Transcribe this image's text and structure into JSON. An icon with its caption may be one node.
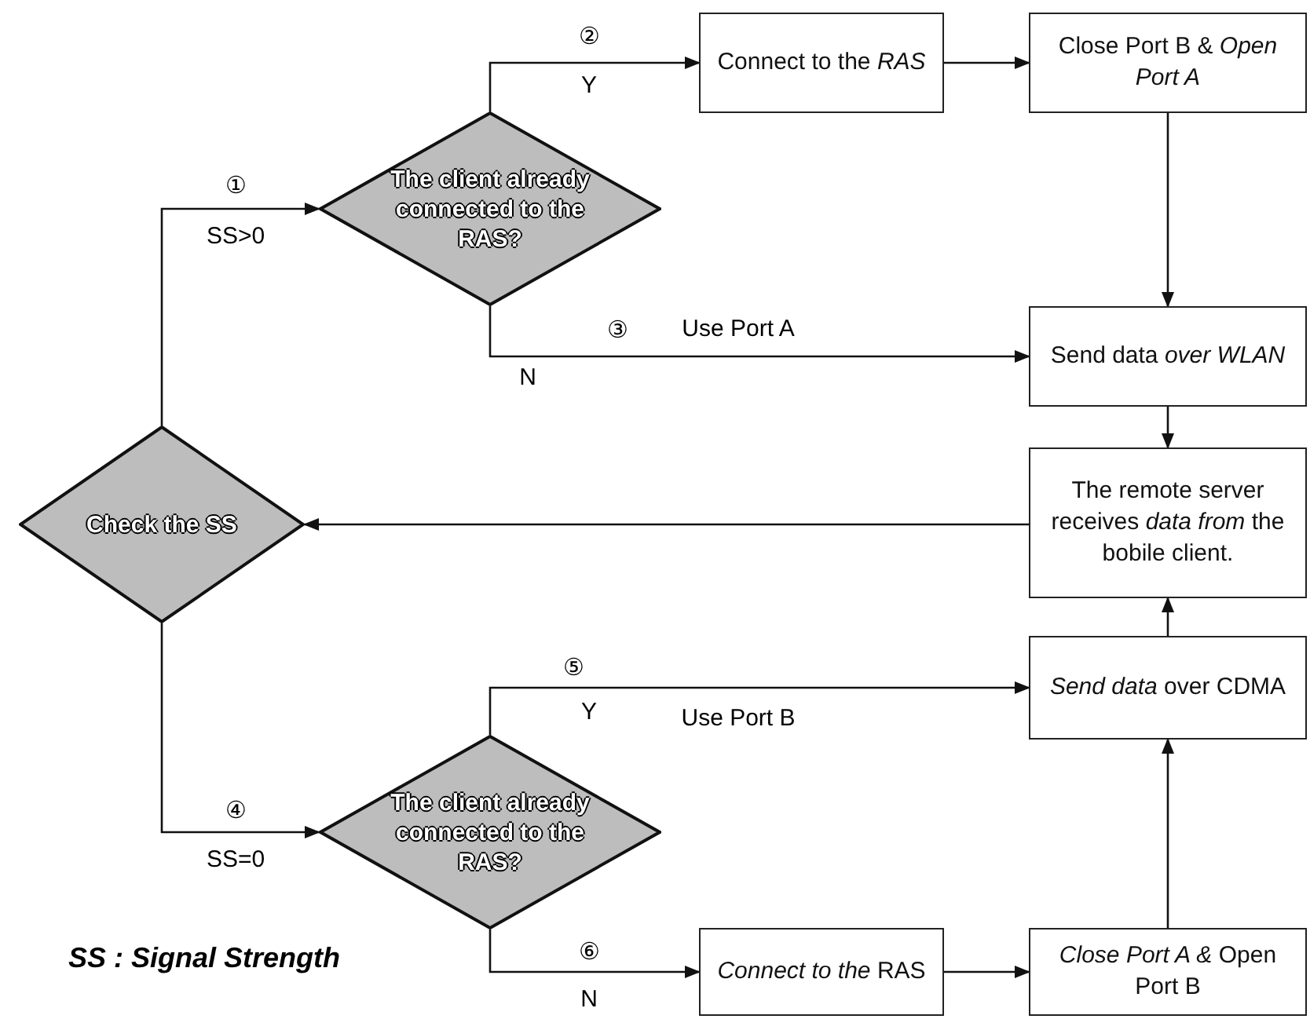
{
  "diagram": {
    "nodes": [
      {
        "text": [
          "Check the SS"
        ]
      },
      {
        "text": [
          "The client already connected to the RAS?"
        ]
      },
      {
        "text": [
          "Connect to the *RAS*"
        ]
      },
      {
        "text": [
          "Close Port B & *Open Port A*"
        ]
      },
      {
        "text": [
          "Send data *over WLAN*"
        ]
      },
      {
        "text": [
          "The remote server receives *data from* the bobile client."
        ]
      },
      {
        "text": [
          "*Send data* over CDMA"
        ]
      },
      {
        "text": [
          "The client already connected to the RAS?"
        ]
      },
      {
        "text": [
          "*Connect to the* RAS"
        ]
      },
      {
        "text": [
          "*Close Port A &* Open Port B"
        ]
      }
    ],
    "edges": [
      {
        "from": 0,
        "to": 1,
        "arrow": "to",
        "label": "SS>0"
      },
      {
        "from": 1,
        "to": 2,
        "arrow": "to",
        "label": "Y"
      },
      {
        "from": 2,
        "to": 3,
        "arrow": "to"
      },
      {
        "from": 3,
        "to": 4,
        "arrow": "to"
      },
      {
        "from": 1,
        "to": 4,
        "arrow": "to",
        "label": "Use Port A"
      },
      {
        "from": 4,
        "to": 5,
        "arrow": "to"
      },
      {
        "from": 5,
        "to": 0,
        "arrow": "to"
      },
      {
        "from": 0,
        "to": 7,
        "arrow": "to",
        "label": "SS=0"
      },
      {
        "from": 7,
        "to": 6,
        "arrow": "to",
        "label": "Use Port B"
      },
      {
        "from": 7,
        "to": 8,
        "arrow": "to",
        "label": "N"
      },
      {
        "from": 8,
        "to": 9,
        "arrow": "to"
      },
      {
        "from": 9,
        "to": 6,
        "arrow": "to"
      },
      {
        "from": 6,
        "to": 5,
        "arrow": "to"
      }
    ],
    "labels": [
      "②",
      "①",
      "③",
      "N",
      "⑤",
      "Y",
      "④",
      "⑥",
      "SS : Signal Strength"
    ]
  }
}
